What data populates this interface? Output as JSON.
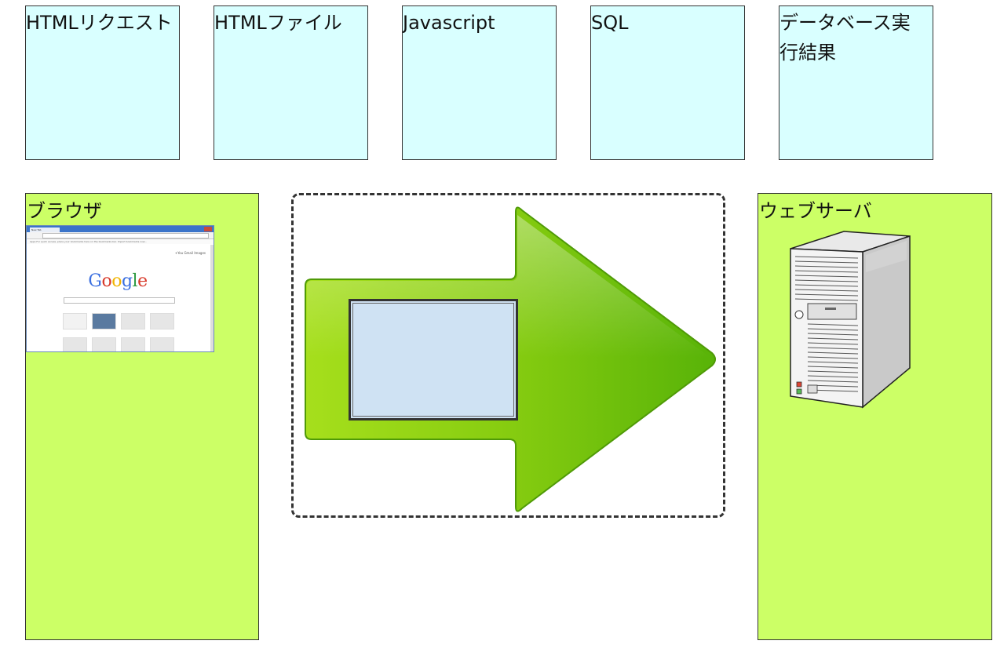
{
  "items": [
    {
      "label": "HTMLリクエスト"
    },
    {
      "label": "HTMLファイル"
    },
    {
      "label": "Javascript"
    },
    {
      "label": "SQL"
    },
    {
      "label": "データベース実行結果"
    }
  ],
  "browser_panel": {
    "title": "ブラウザ",
    "screenshot": {
      "tab_label": "New Tab",
      "bookmarks_hint": "Apps  For quick access, place your bookmarks here on the bookmarks bar.  Import bookmarks now...",
      "top_links": "+You  Gmail  Images",
      "logo_text": "Google"
    }
  },
  "server_panel": {
    "title": "ウェブサーバ"
  },
  "colors": {
    "item_fill": "#d9ffff",
    "panel_fill": "#ccff66",
    "arrow_green": "#6cc012",
    "payload_fill": "#cfe2f3"
  },
  "icons": {
    "arrow": "right-arrow-icon",
    "server": "tower-server-icon",
    "browser": "browser-window-icon"
  }
}
